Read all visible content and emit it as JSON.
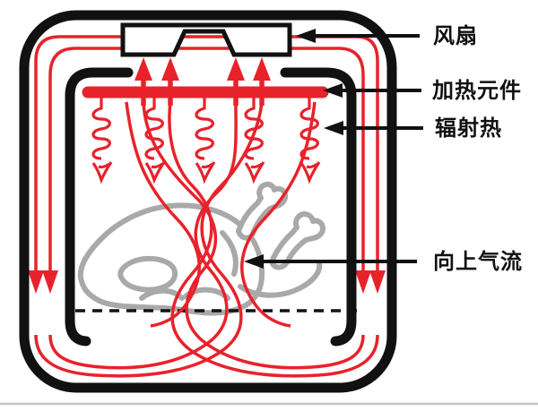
{
  "diagram": {
    "type": "airflow-schematic",
    "subject": "convection-oven-cross-section",
    "background": "#ffffff",
    "colors": {
      "outline_black": "#111111",
      "airflow_red": "#e8222b",
      "food_gray": "#a9a9a9",
      "floor_line_gray": "#c4c4c4"
    },
    "labels": {
      "fan": "风扇",
      "heating_element": "加热元件",
      "radiant_heat": "辐射热",
      "upward_airflow": "向上气流"
    },
    "icons": {
      "pointer_arrow": "left-filled-triangle",
      "airflow_down_arrow": "down-filled-triangle",
      "airflow_up_arrow": "up-filled-triangle",
      "radiant_heat_tip": "open-v-arrow",
      "radiant_heat_coil": "spring-squiggle",
      "fan_symbol": "twin-blade-trapezoids"
    }
  }
}
